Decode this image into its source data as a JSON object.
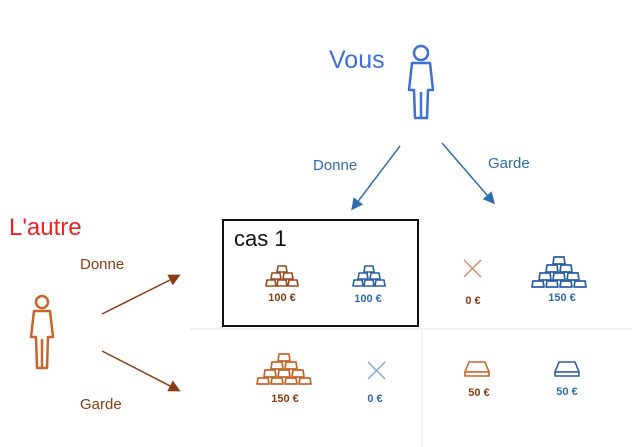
{
  "players": {
    "you": "Vous",
    "other": "L'autre"
  },
  "branches": {
    "you_give": "Donne",
    "you_keep": "Garde",
    "other_give": "Donne",
    "other_keep": "Garde"
  },
  "highlight": {
    "label": "cas 1"
  },
  "outcomes": {
    "give_give": {
      "other": "100 €",
      "you": "100 €"
    },
    "keep_give": {
      "other": "0 €",
      "you": "150 €"
    },
    "give_keep": {
      "other": "150 €",
      "you": "0 €"
    },
    "keep_keep": {
      "other": "50 €",
      "you": "50 €"
    }
  },
  "colors": {
    "you": "#3d6fd6",
    "other": "#c8662a",
    "highlight_label": "#ee2222"
  }
}
